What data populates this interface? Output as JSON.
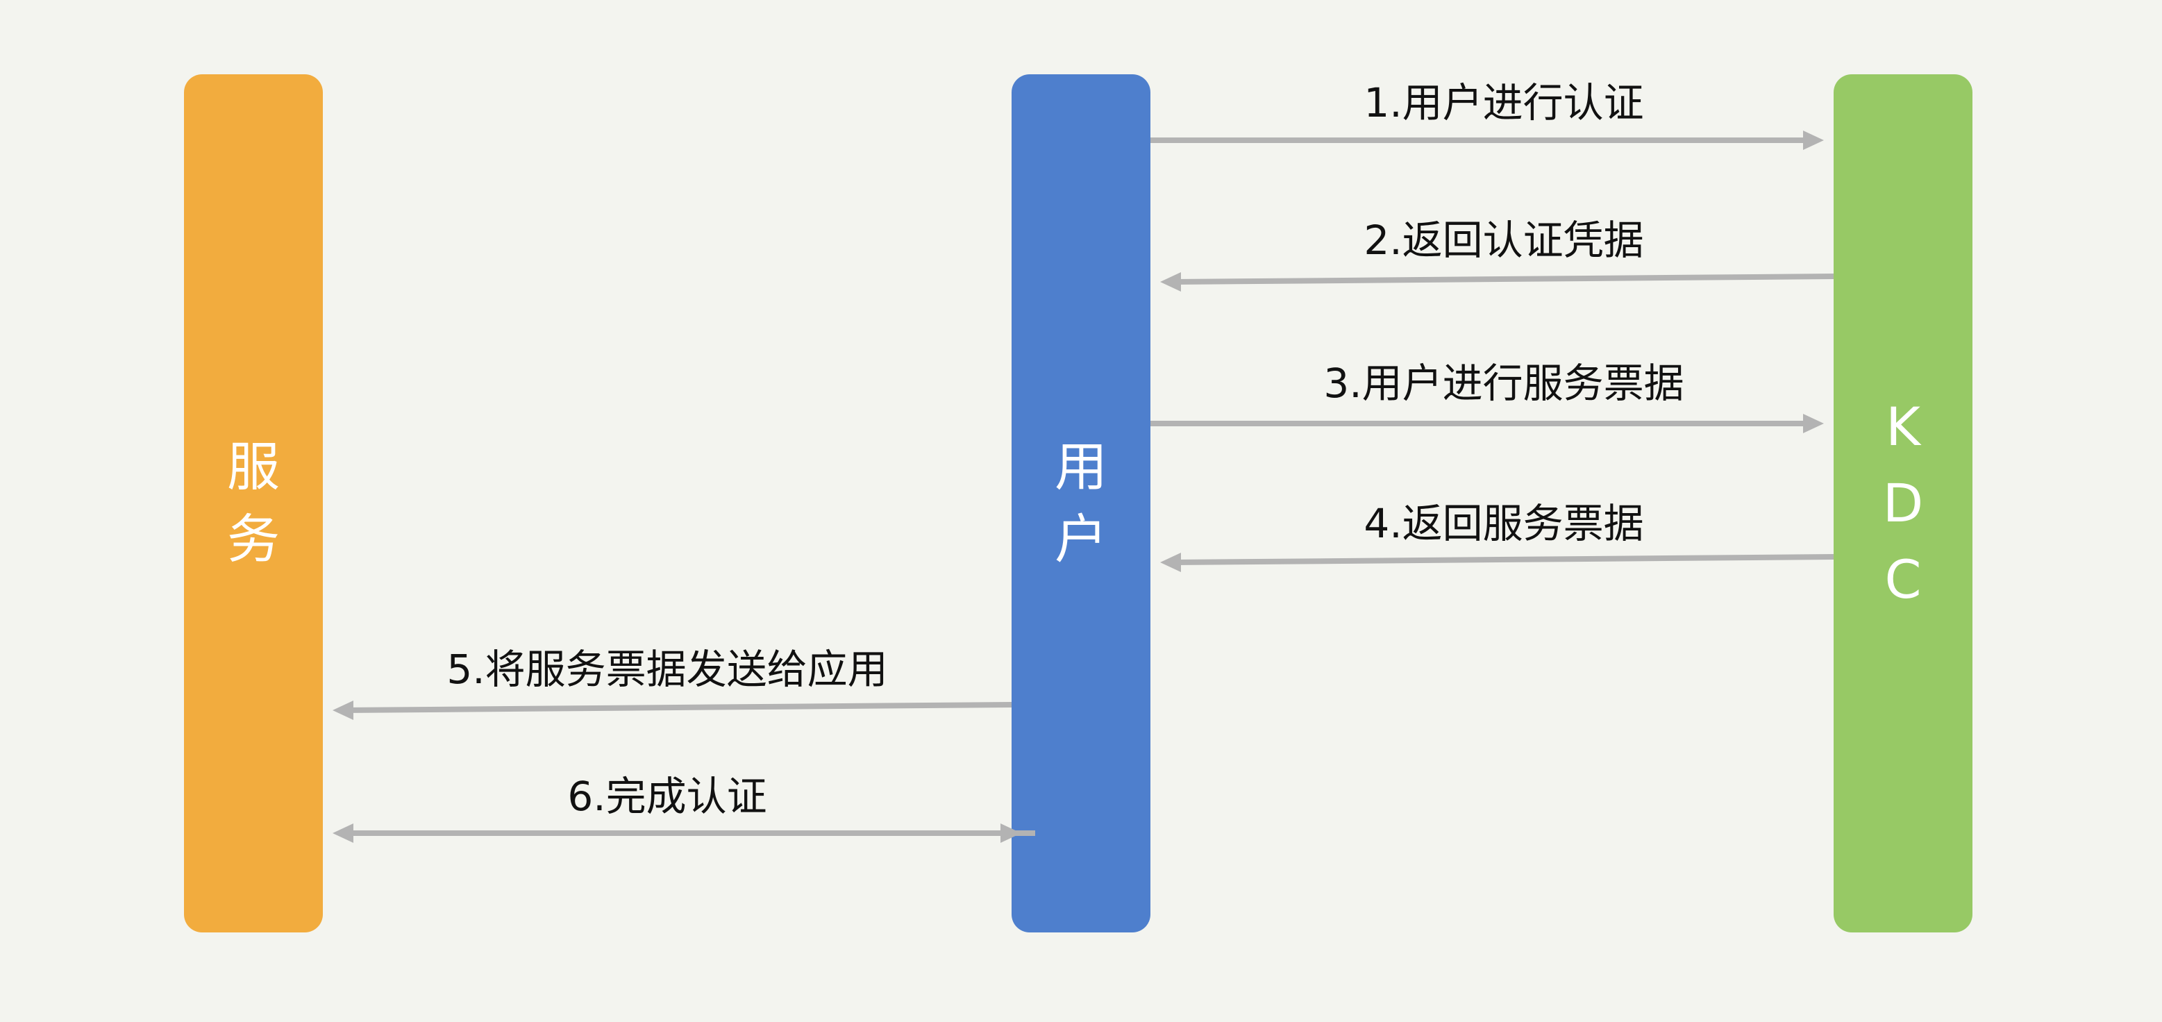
{
  "participants": {
    "service": "服务",
    "user": "用户",
    "kdc": "KDC"
  },
  "messages": [
    {
      "label": "1.用户进行认证",
      "from": "user",
      "to": "kdc"
    },
    {
      "label": "2.返回认证凭据",
      "from": "kdc",
      "to": "user"
    },
    {
      "label": "3.用户进行服务票据",
      "from": "user",
      "to": "kdc"
    },
    {
      "label": "4.返回服务票据",
      "from": "kdc",
      "to": "user"
    },
    {
      "label": "5.将服务票据发送给应用",
      "from": "user",
      "to": "service"
    },
    {
      "label": "6.完成认证",
      "from": "user",
      "to": "service",
      "bidirectional": true
    }
  ],
  "colors": {
    "background": "#f3f4ef",
    "service": "#f2ac3e",
    "user": "#4e7fcd",
    "kdc": "#97c965",
    "arrow": "#b3b3b3",
    "text": "#111111"
  }
}
